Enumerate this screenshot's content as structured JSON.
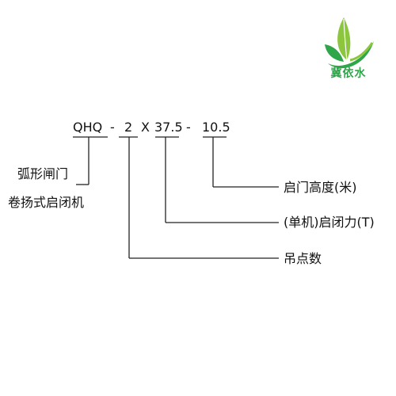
{
  "logo": {
    "text": "冀依水",
    "icon": "leaf-logo-icon",
    "colors": {
      "green": "#8cc63f",
      "dark_green": "#2fa64a"
    }
  },
  "model_code": {
    "prefix": "QHQ",
    "dash1": "-",
    "lift_points_value": "2",
    "times": "X",
    "force_value": "37.5",
    "dash2": "-",
    "height_value": "10.5"
  },
  "labels": {
    "type_line1": "弧形闸门",
    "type_line2": "卷扬式启闭机",
    "height": "启门高度(米)",
    "force": "(单机)启闭力(T)",
    "lift_points": "吊点数"
  }
}
